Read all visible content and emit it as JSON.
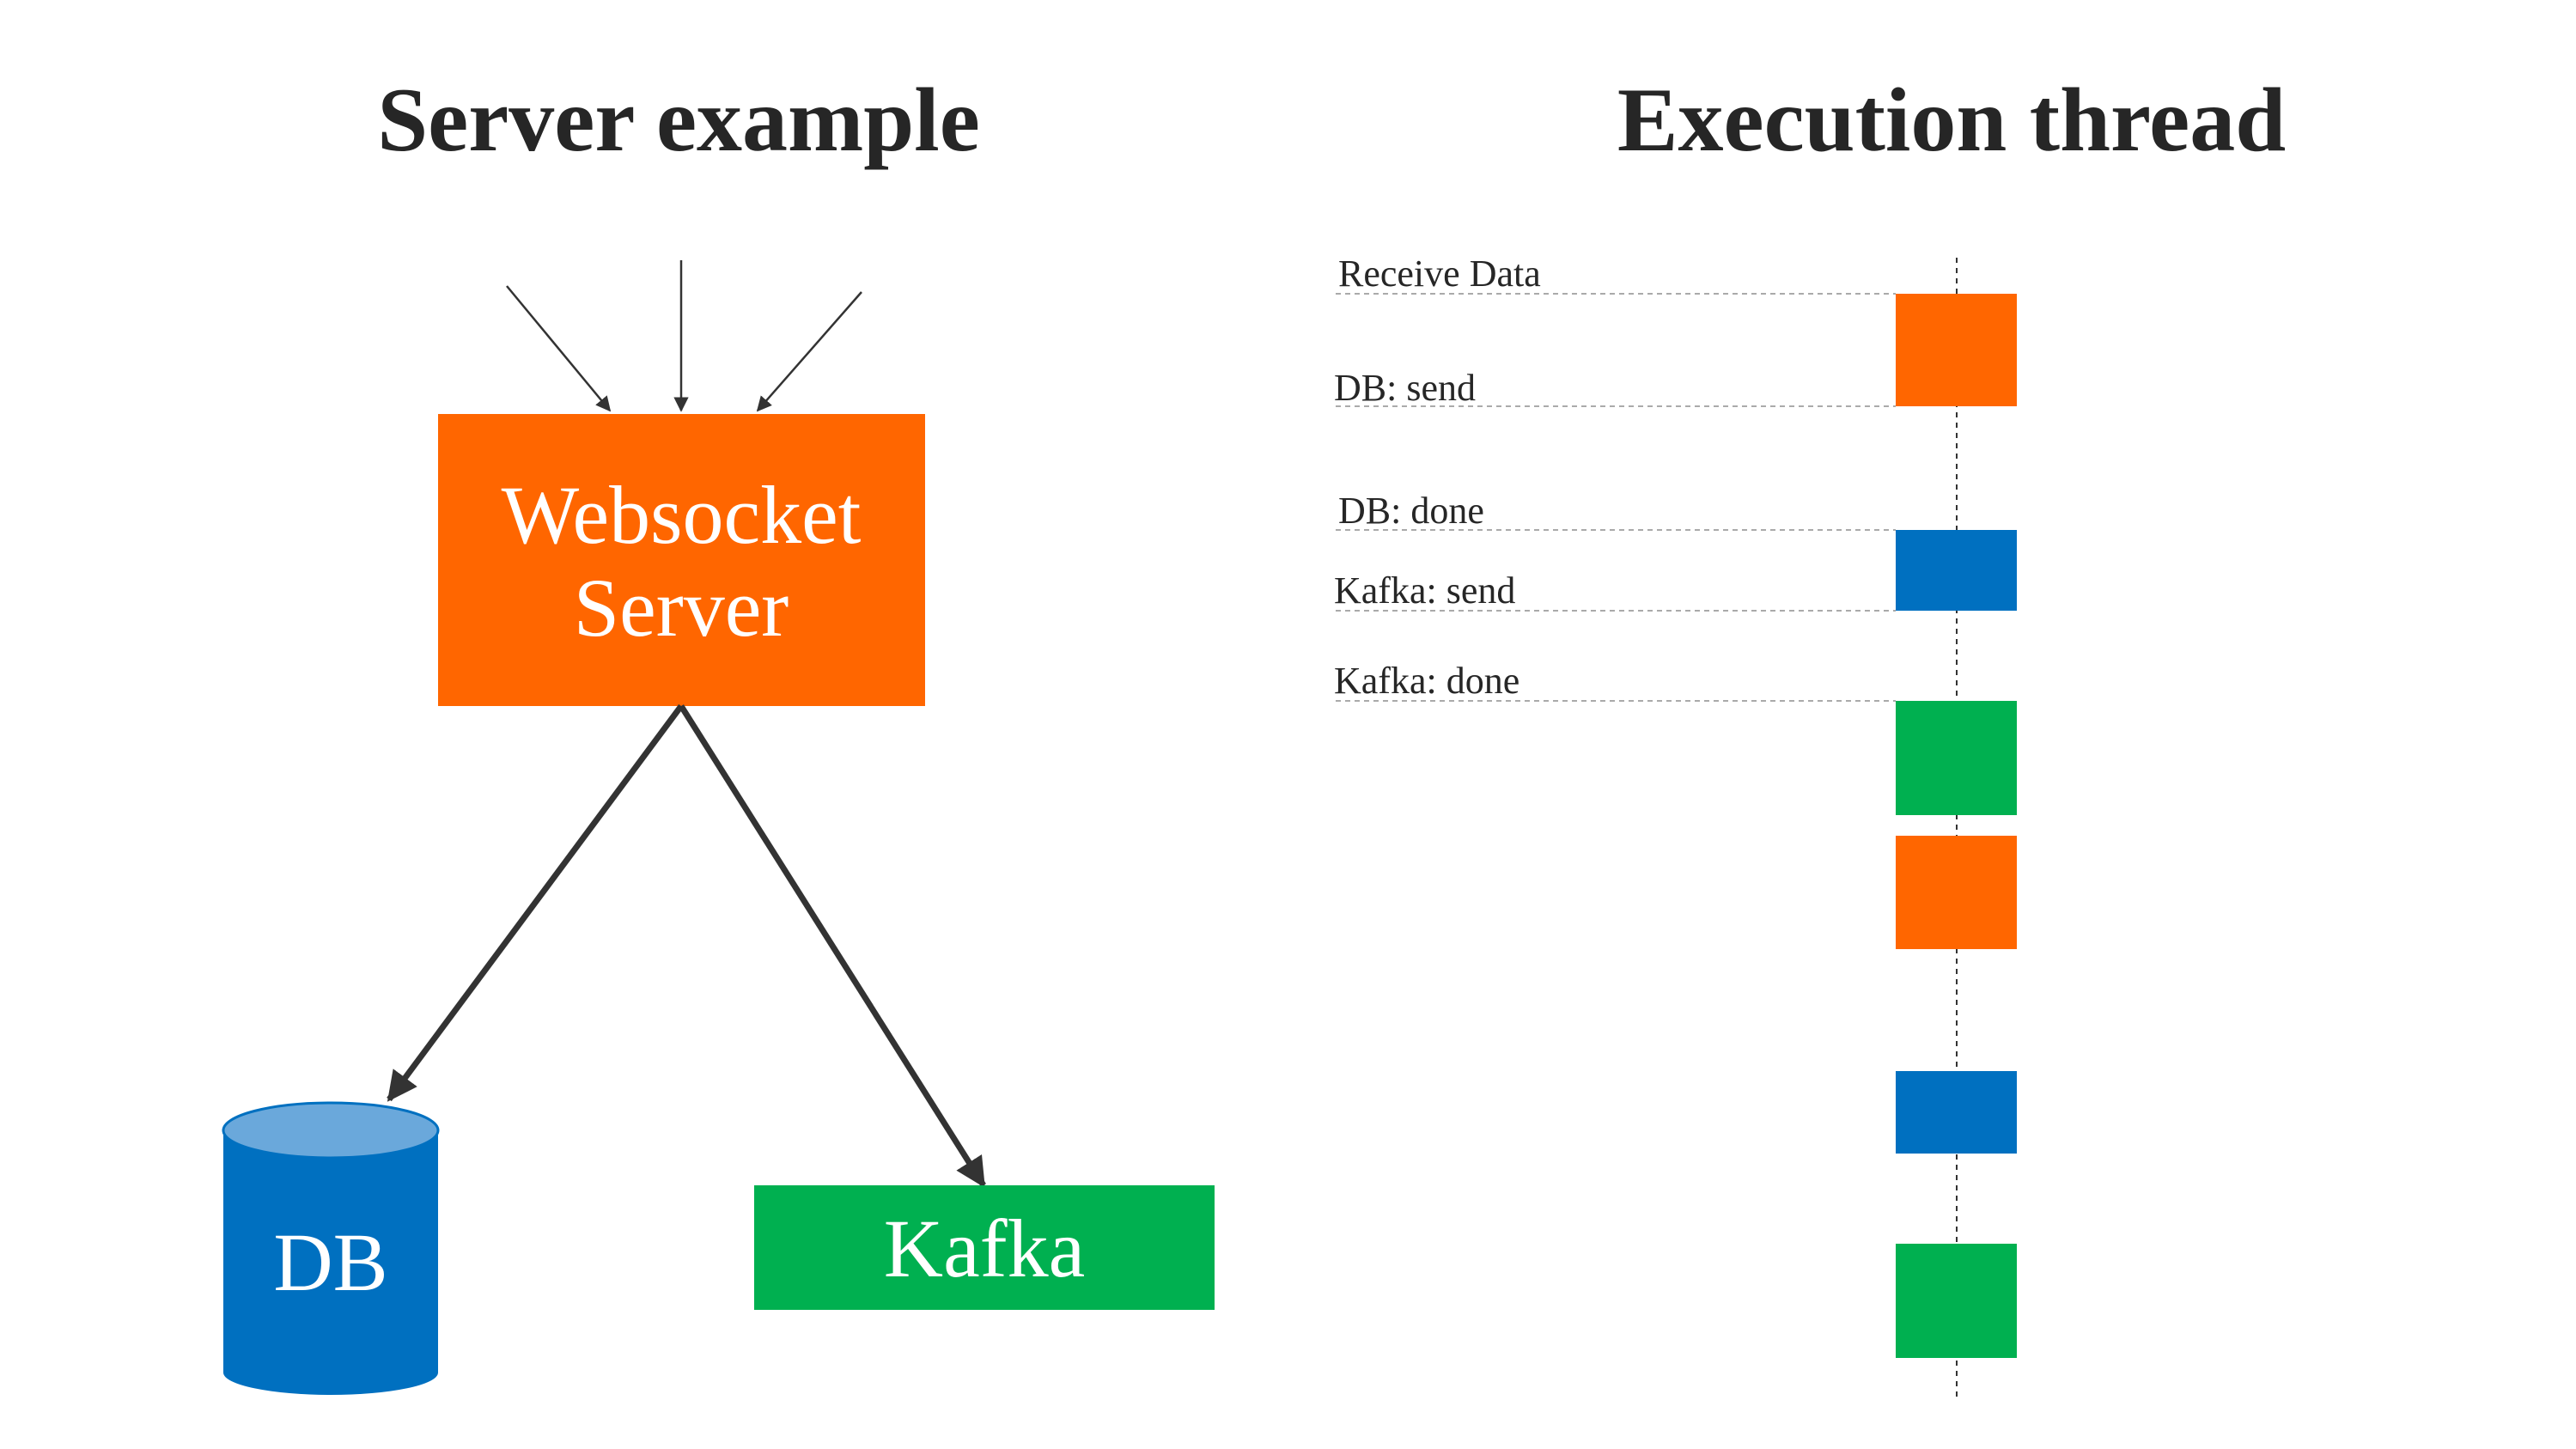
{
  "titles": {
    "left": "Server example",
    "right": "Execution thread"
  },
  "server_diagram": {
    "websocket_line1": "Websocket",
    "websocket_line2": "Server",
    "db_label": "DB",
    "kafka_label": "Kafka"
  },
  "execution_thread": {
    "events": [
      "Receive Data",
      "DB: send",
      "DB: done",
      "Kafka: send",
      "Kafka: done"
    ],
    "blocks": [
      "orange",
      "blue",
      "green",
      "orange",
      "blue",
      "green"
    ]
  },
  "colors": {
    "orange": "#ff6600",
    "blue": "#0070c0",
    "green": "#00b050",
    "db_top": "#6aa8db",
    "title_text": "#262626",
    "arrow": "#333333",
    "dashed": "#aaaaaa"
  }
}
